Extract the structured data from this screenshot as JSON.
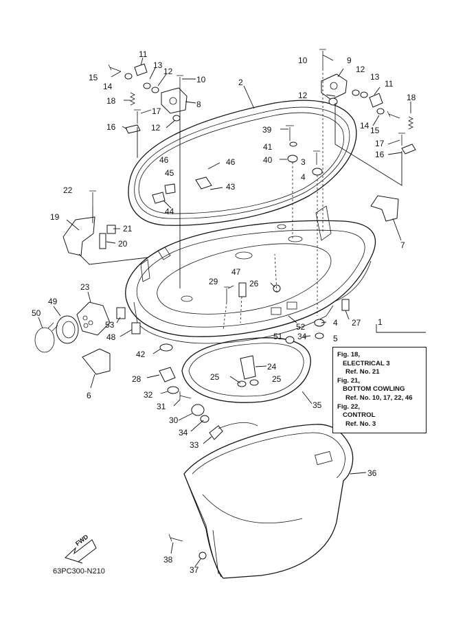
{
  "drawing_code": "63PC300-N210",
  "fwd_arrow": {
    "label": "FWD"
  },
  "assembly_ref": "1",
  "reference_box": {
    "lines": [
      "Fig. 18,",
      "ELECTRICAL 3",
      "Ref. No. 21",
      "Fig. 21,",
      "BOTTOM COWLING",
      "Ref. No. 10, 17, 22, 46",
      "Fig. 22,",
      "CONTROL",
      "Ref. No. 3"
    ]
  },
  "callouts": [
    {
      "no": "15"
    },
    {
      "no": "11"
    },
    {
      "no": "13"
    },
    {
      "no": "14"
    },
    {
      "no": "12"
    },
    {
      "no": "10"
    },
    {
      "no": "18"
    },
    {
      "no": "17"
    },
    {
      "no": "8"
    },
    {
      "no": "16"
    },
    {
      "no": "12"
    },
    {
      "no": "2"
    },
    {
      "no": "10"
    },
    {
      "no": "9"
    },
    {
      "no": "12"
    },
    {
      "no": "13"
    },
    {
      "no": "12"
    },
    {
      "no": "11"
    },
    {
      "no": "18"
    },
    {
      "no": "14"
    },
    {
      "no": "15"
    },
    {
      "no": "17"
    },
    {
      "no": "16"
    },
    {
      "no": "39"
    },
    {
      "no": "41"
    },
    {
      "no": "40"
    },
    {
      "no": "3"
    },
    {
      "no": "4"
    },
    {
      "no": "46"
    },
    {
      "no": "46"
    },
    {
      "no": "45"
    },
    {
      "no": "43"
    },
    {
      "no": "44"
    },
    {
      "no": "22"
    },
    {
      "no": "19"
    },
    {
      "no": "21"
    },
    {
      "no": "20"
    },
    {
      "no": "7"
    },
    {
      "no": "23"
    },
    {
      "no": "49"
    },
    {
      "no": "50"
    },
    {
      "no": "53"
    },
    {
      "no": "48"
    },
    {
      "no": "29"
    },
    {
      "no": "47"
    },
    {
      "no": "26"
    },
    {
      "no": "52"
    },
    {
      "no": "4"
    },
    {
      "no": "27"
    },
    {
      "no": "51"
    },
    {
      "no": "34"
    },
    {
      "no": "5"
    },
    {
      "no": "42"
    },
    {
      "no": "6"
    },
    {
      "no": "28"
    },
    {
      "no": "24"
    },
    {
      "no": "25"
    },
    {
      "no": "25"
    },
    {
      "no": "32"
    },
    {
      "no": "31"
    },
    {
      "no": "30"
    },
    {
      "no": "35"
    },
    {
      "no": "34"
    },
    {
      "no": "33"
    },
    {
      "no": "36"
    },
    {
      "no": "38"
    },
    {
      "no": "37"
    }
  ]
}
